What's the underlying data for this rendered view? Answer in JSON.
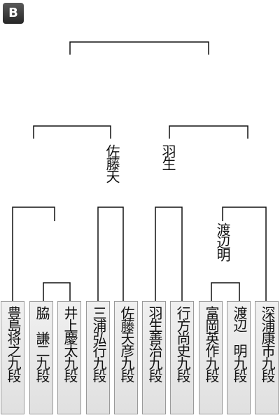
{
  "block_label": "B",
  "players": [
    "豊島将之九段",
    "脇　謙二九段",
    "井上慶太九段",
    "三浦弘行九段",
    "佐藤天彦九段",
    "羽生善治九段",
    "行方尚史九段",
    "富岡英作九段",
    "渡辺　明九段",
    "深浦康市九段"
  ],
  "winners": {
    "left_semifinal": "佐藤天",
    "right_semifinal": "羽生",
    "round1_right": "渡辺明"
  },
  "colors": {
    "line": "#111111",
    "card_border": "#9a9a9a",
    "badge": "#3a3a3a"
  }
}
